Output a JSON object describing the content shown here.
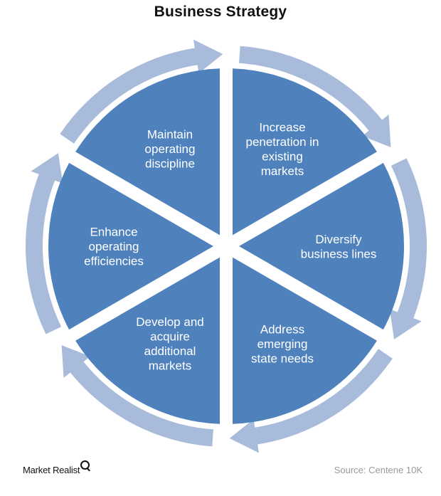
{
  "title": "Business Strategy",
  "segments": [
    {
      "id": "increase-penetration",
      "lines": [
        "Increase",
        "penetration in",
        "existing",
        "markets"
      ]
    },
    {
      "id": "diversify-business-lines",
      "lines": [
        "Diversify",
        "business lines"
      ]
    },
    {
      "id": "address-emerging-state-needs",
      "lines": [
        "Address",
        "emerging",
        "state needs"
      ]
    },
    {
      "id": "develop-acquire-markets",
      "lines": [
        "Develop and",
        "acquire",
        "additional",
        "markets"
      ]
    },
    {
      "id": "enhance-operating-efficiencies",
      "lines": [
        "Enhance",
        "operating",
        "efficiencies"
      ]
    },
    {
      "id": "maintain-operating-discipline",
      "lines": [
        "Maintain",
        "operating",
        "discipline"
      ]
    }
  ],
  "colors": {
    "segment_fill": "#4f81bd",
    "arrow_fill": "#a9bbdb",
    "label_text": "#ffffff"
  },
  "footer": {
    "brand": "Market Realist",
    "brand_icon": "magnifier-icon",
    "source": "Source: Centene 10K"
  }
}
